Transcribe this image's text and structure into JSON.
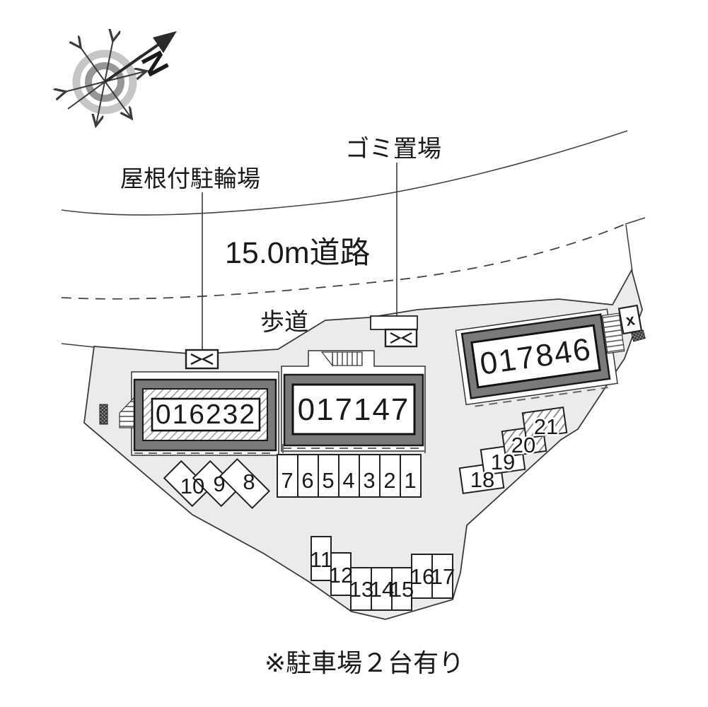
{
  "map": {
    "road_label": "15.0m道路",
    "sidewalk_label": "歩道",
    "bicycle_label": "屋根付駐輪場",
    "garbage_label": "ゴミ置場",
    "note": "※駐車場２台有り",
    "compass_letter": "N",
    "x_marker": "x"
  },
  "buildings": [
    {
      "id": "016232"
    },
    {
      "id": "017147"
    },
    {
      "id": "017846"
    }
  ],
  "parking": {
    "main_row": [
      "7",
      "6",
      "5",
      "4",
      "3",
      "2",
      "1"
    ],
    "diagonal_row": [
      "10",
      "9",
      "8"
    ],
    "bottom_row": [
      "11",
      "12",
      "13",
      "14",
      "15",
      "16",
      "17"
    ],
    "right_column": [
      "18",
      "19",
      "20",
      "21"
    ]
  },
  "colors": {
    "property_fill": "#ebebeb",
    "building_fill": "#7a7a7a",
    "outline": "#333333"
  }
}
